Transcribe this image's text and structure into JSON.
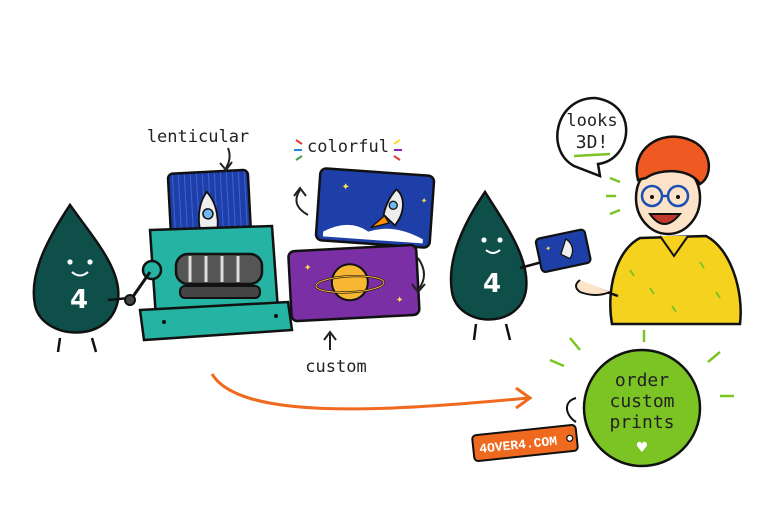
{
  "labels": {
    "lenticular": "lenticular",
    "colorful": "colorful",
    "custom": "custom",
    "speech_line1": "looks",
    "speech_line2": "3D!",
    "mascot_left_number": "4",
    "mascot_right_number": "4",
    "badge_line1": "order",
    "badge_line2": "custom",
    "badge_line3": "prints",
    "tag_text": "4OVER4.COM"
  },
  "colors": {
    "ink": "#222222",
    "mascot": "#0f4f4a",
    "machine": "#25b3a3",
    "card_blue": "#1f3fa8",
    "card_purple": "#7a2fa5",
    "orange_arrow": "#ef6a1e",
    "badge_green": "#7cc423",
    "tag_orange": "#ef6a1e",
    "shirt_yellow": "#f5d21e",
    "hair_orange": "#ef5a22"
  },
  "icons": {
    "rocket": "rocket-icon",
    "planet": "planet-icon",
    "heart": "heart-icon",
    "stars": "star-icon"
  }
}
